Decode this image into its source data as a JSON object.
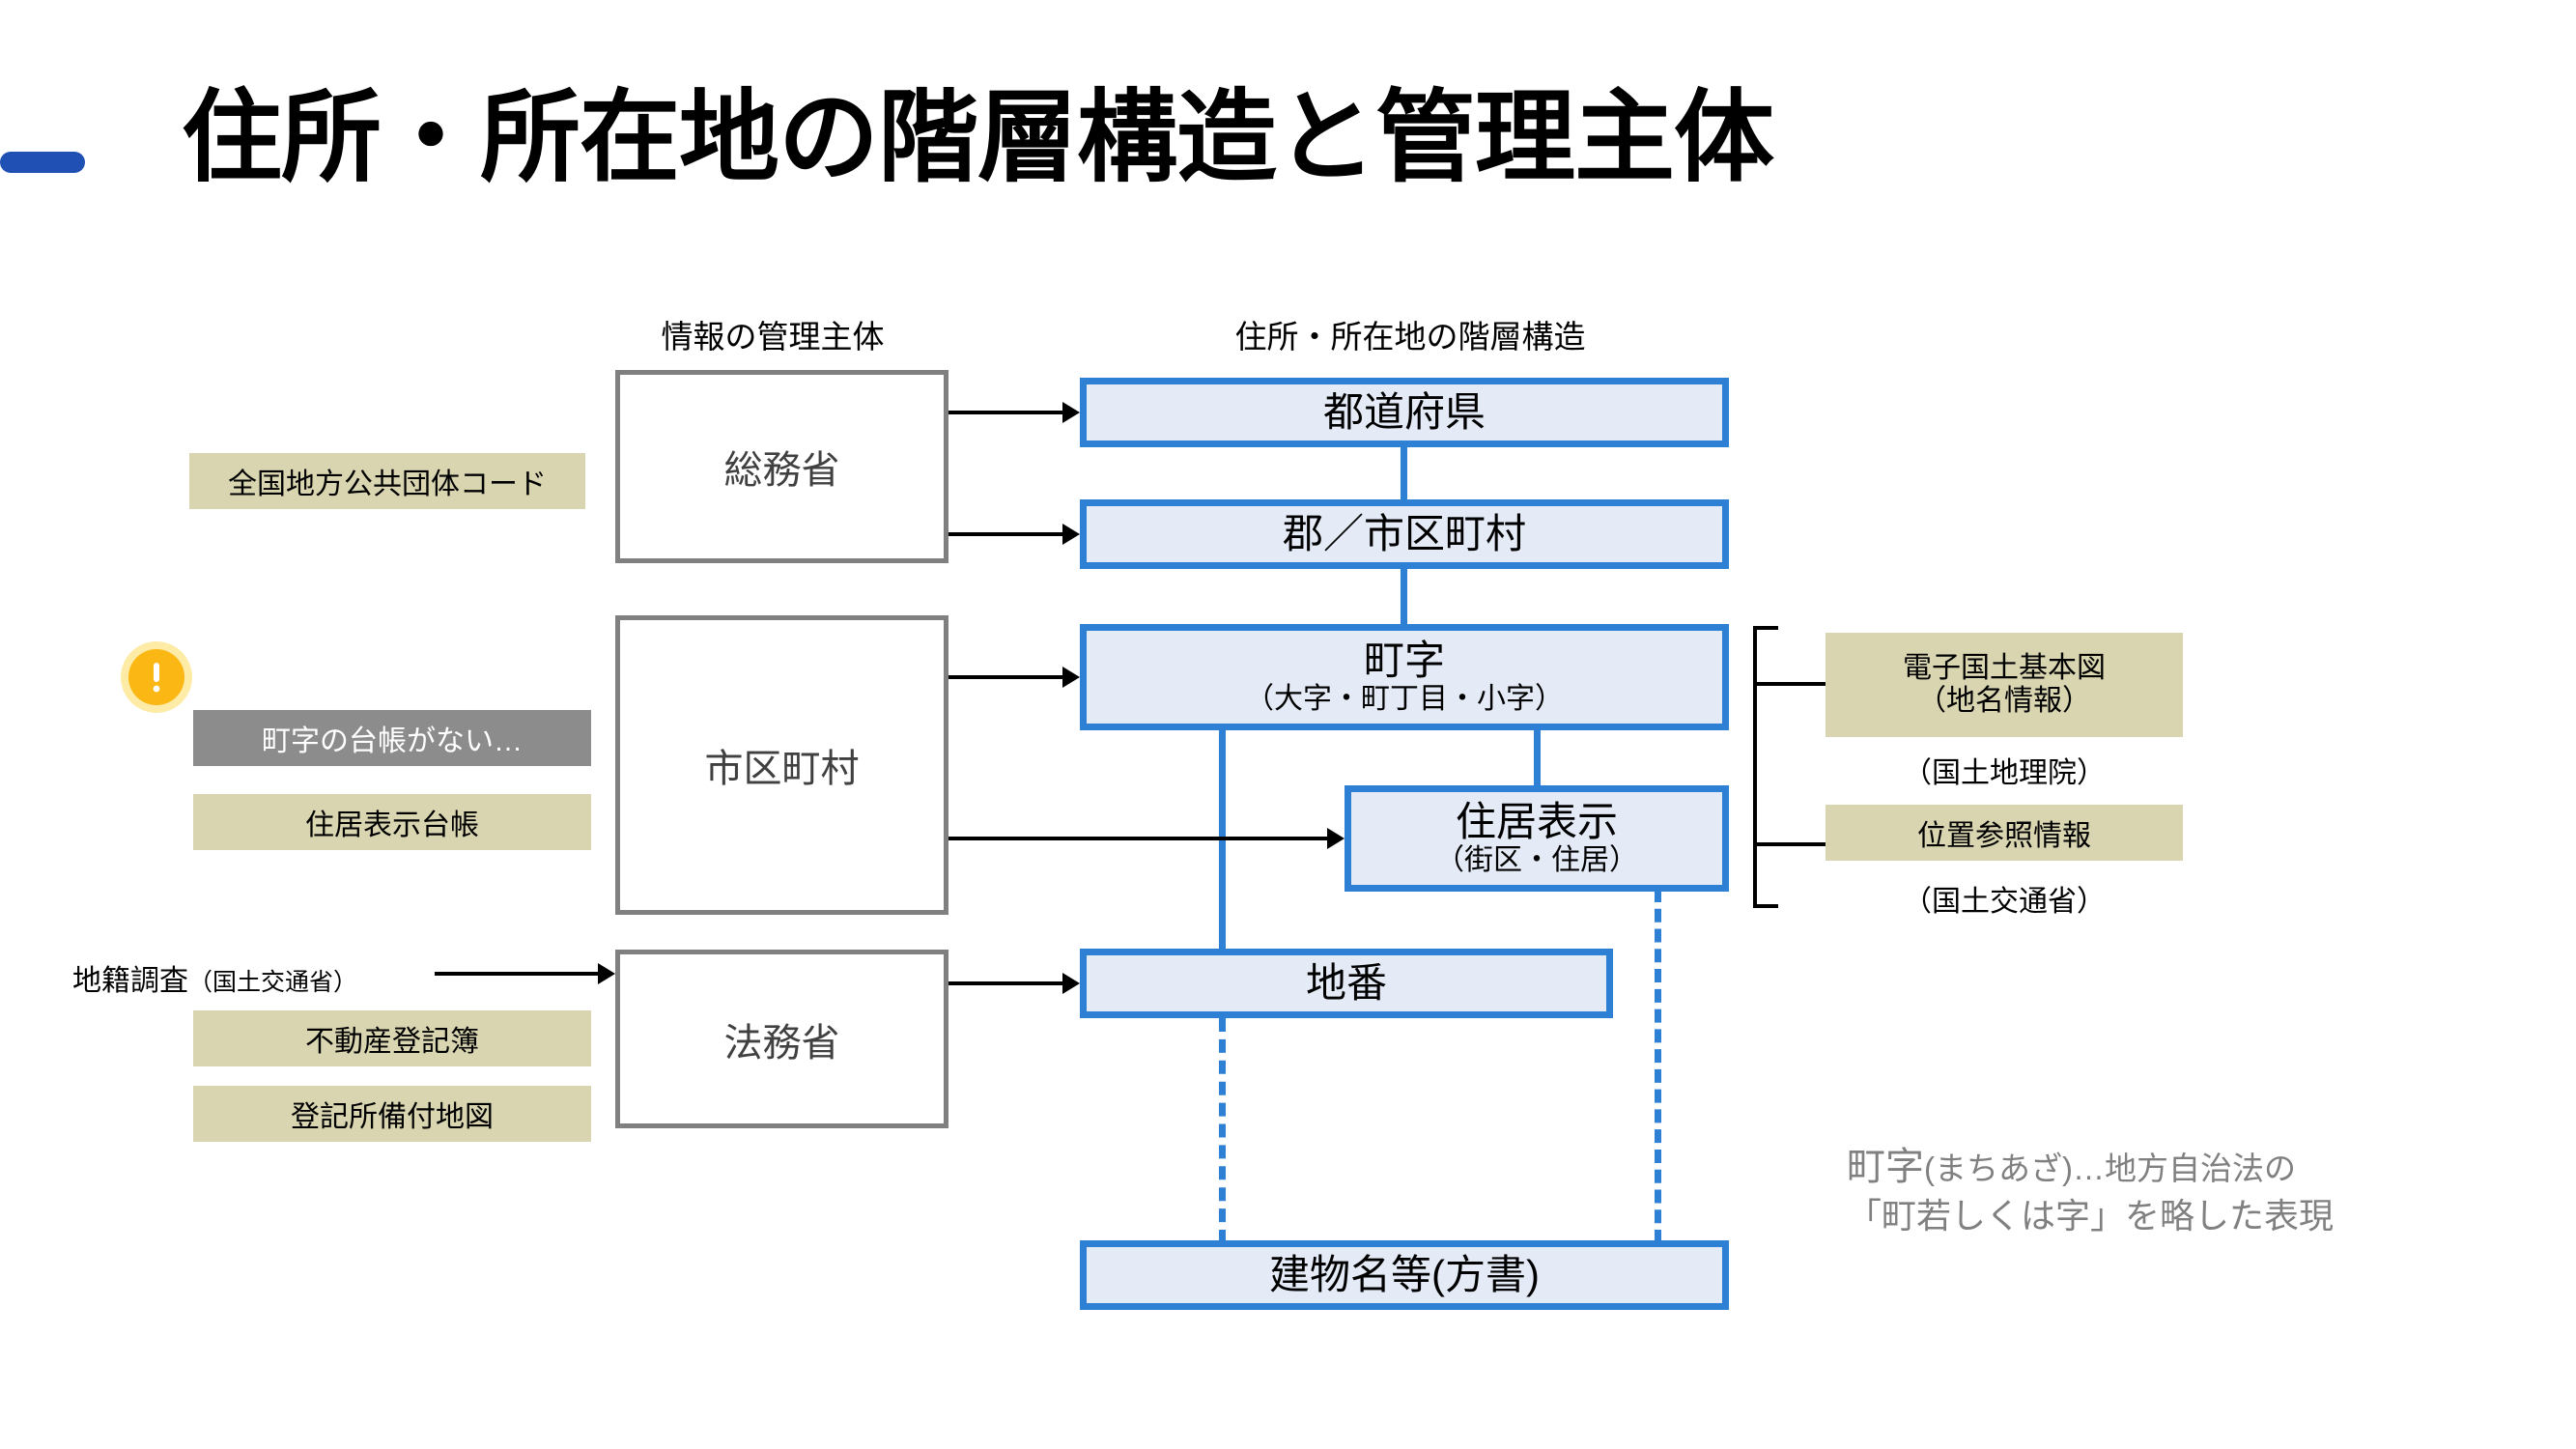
{
  "page": {
    "title": "住所・所在地の階層構造と管理主体",
    "accent_color": "#2050b4"
  },
  "columns": {
    "owner_header": "情報の管理主体",
    "hierarchy_header": "住所・所在地の階層構造"
  },
  "owners": [
    {
      "id": "soumu",
      "label": "総務省"
    },
    {
      "id": "shikuchoson",
      "label": "市区町村"
    },
    {
      "id": "homu",
      "label": "法務省"
    }
  ],
  "hierarchy": [
    {
      "id": "todofuken",
      "main": "都道府県",
      "sub": ""
    },
    {
      "id": "gun",
      "main": "郡／市区町村",
      "sub": ""
    },
    {
      "id": "machiaza",
      "main": "町字",
      "sub": "（大字・町丁目・小字）"
    },
    {
      "id": "jukyo",
      "main": "住居表示",
      "sub": "（街区・住居）"
    },
    {
      "id": "chiban",
      "main": "地番",
      "sub": ""
    },
    {
      "id": "tatemono",
      "main": "建物名等(方書)",
      "sub": ""
    }
  ],
  "left_tags": {
    "code": "全国地方公共団体コード",
    "no_ledger": "町字の台帳がない…",
    "jukyo_ledger": "住居表示台帳",
    "chiseki_survey": "地籍調査",
    "chiseki_survey_agency": "（国土交通省）",
    "fudosan": "不動産登記簿",
    "touki_map": "登記所備付地図"
  },
  "right_tags": [
    {
      "tag": "電子国土基本図",
      "tag2": "（地名情報）",
      "caption": "（国土地理院）"
    },
    {
      "tag": "位置参照情報",
      "tag2": "",
      "caption": "（国土交通省）"
    }
  ],
  "footnote": {
    "term": "町字",
    "reading": "(まちあざ)…地方自治法の",
    "line2": "「町若しくは字」を略した表現"
  },
  "icons": {
    "warning": "warning-exclamation-icon"
  },
  "colors": {
    "box_fill": "#e4ebf7",
    "box_border": "#2e80d4",
    "owner_border": "#808080",
    "tag_tan": "#d8d5b0",
    "tag_gray": "#8c8c8c",
    "warning": "#fbb713",
    "footnote_text": "#808080"
  }
}
